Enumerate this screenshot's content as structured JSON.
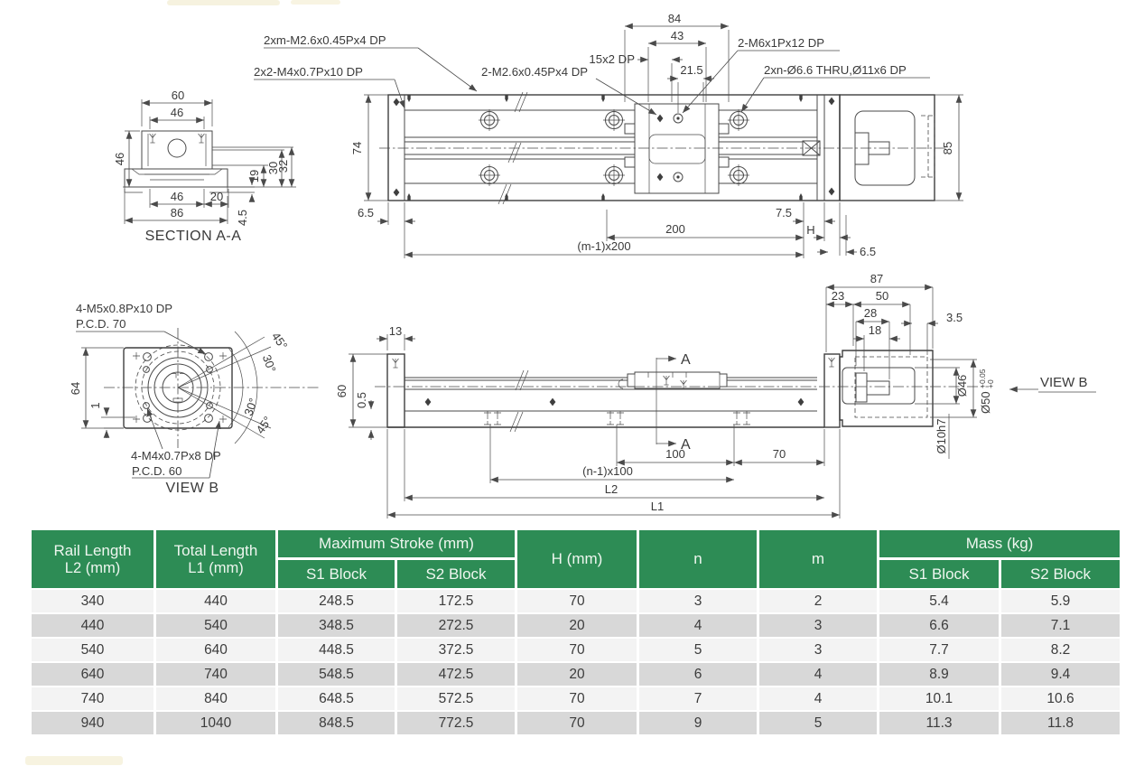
{
  "colors": {
    "table_header_green": "#2d8c55",
    "row_alt_gray": "#d8d8d8",
    "row_light": "#f3f3f3",
    "drawing_line": "#4a4a4a"
  },
  "drawing": {
    "section_aa": {
      "caption": "SECTION A-A",
      "dim_60": "60",
      "dim_46_top": "46",
      "dim_46_left": "46",
      "dim_19": "19",
      "dim_30": "30",
      "dim_32": "32",
      "dim_46_bot": "46",
      "dim_20": "20",
      "dim_86": "86",
      "dim_4_5": "4.5"
    },
    "top_view": {
      "callout_2xm": "2xm-M2.6x0.45Px4 DP",
      "callout_2x2": "2x2-M4x0.7Px10 DP",
      "callout_15x2": "15x2 DP",
      "callout_m26": "2-M2.6x0.45Px4 DP",
      "callout_m6": "2-M6x1Px12 DP",
      "callout_2xn": "2xn-Ø6.6 THRU,Ø11x6 DP",
      "dim_84": "84",
      "dim_43": "43",
      "dim_21_5": "21.5",
      "dim_74": "74",
      "dim_6_5_left": "6.5",
      "dim_200": "200",
      "dim_m1x200": "(m-1)x200",
      "dim_7_5": "7.5",
      "dim_H": "H",
      "dim_6_5_right": "6.5",
      "dim_85": "85"
    },
    "view_b": {
      "caption": "VIEW B",
      "callout_m5": "4-M5x0.8Px10 DP",
      "callout_pcd70": "P.C.D. 70",
      "callout_m4": "4-M4x0.7Px8 DP",
      "callout_pcd60": "P.C.D. 60",
      "dim_64": "64",
      "dim_1": "1",
      "ang_45_top": "45°",
      "ang_30_top": "30°",
      "ang_30_bot": "30°",
      "ang_45_bot": "45°"
    },
    "side_view": {
      "dim_13": "13",
      "dim_60": "60",
      "dim_0_5": "0.5",
      "label_a_top": "A",
      "label_a_bot": "A",
      "dim_100": "100",
      "dim_70": "70",
      "dim_n1x100": "(n-1)x100",
      "dim_L2": "L2",
      "dim_L1": "L1"
    },
    "motor_view": {
      "dim_87": "87",
      "dim_23": "23",
      "dim_50": "50",
      "dim_28": "28",
      "dim_18": "18",
      "dim_3_5": "3.5",
      "dim_d46": "Ø46",
      "dim_d50": "Ø50",
      "tol_upper": "+0.05",
      "tol_lower": "+0",
      "dim_d10h7": "Ø10h7",
      "view_b_label": "VIEW B"
    }
  },
  "table": {
    "header": {
      "rail_length_1": "Rail Length",
      "rail_length_2": "L2 (mm)",
      "total_length_1": "Total Length",
      "total_length_2": "L1 (mm)",
      "max_stroke": "Maximum Stroke (mm)",
      "s1_block": "S1 Block",
      "s2_block": "S2 Block",
      "h": "H (mm)",
      "n": "n",
      "m": "m",
      "mass": "Mass (kg)",
      "mass_s1": "S1 Block",
      "mass_s2": "S2 Block"
    },
    "rows": [
      [
        "340",
        "440",
        "248.5",
        "172.5",
        "70",
        "3",
        "2",
        "5.4",
        "5.9"
      ],
      [
        "440",
        "540",
        "348.5",
        "272.5",
        "20",
        "4",
        "3",
        "6.6",
        "7.1"
      ],
      [
        "540",
        "640",
        "448.5",
        "372.5",
        "70",
        "5",
        "3",
        "7.7",
        "8.2"
      ],
      [
        "640",
        "740",
        "548.5",
        "472.5",
        "20",
        "6",
        "4",
        "8.9",
        "9.4"
      ],
      [
        "740",
        "840",
        "648.5",
        "572.5",
        "70",
        "7",
        "4",
        "10.1",
        "10.6"
      ],
      [
        "940",
        "1040",
        "848.5",
        "772.5",
        "70",
        "9",
        "5",
        "11.3",
        "11.8"
      ]
    ]
  }
}
